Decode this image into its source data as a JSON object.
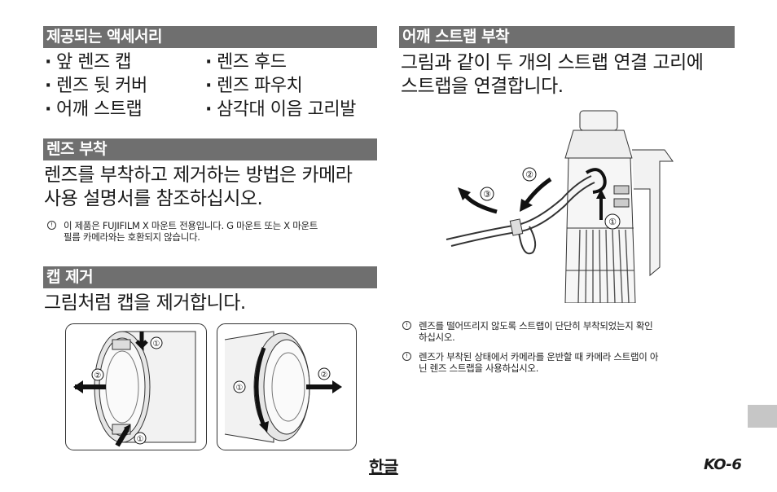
{
  "left": {
    "accessories": {
      "heading": "제공되는 액세서리",
      "col1": [
        "앞 렌즈 캡",
        "렌즈 뒷 커버",
        "어깨 스트랩"
      ],
      "col2": [
        "렌즈 후드",
        "렌즈 파우치",
        "삼각대 이음 고리발"
      ]
    },
    "mount": {
      "heading": "렌즈 부착",
      "body_line1": "렌즈를 부착하고 제거하는 방법은 카메라",
      "body_line2": "사용 설명서를 참조하십시오.",
      "note_line1": "이 제품은 FUJIFILM X 마운트 전용입니다. G 마운트 또는 X 마운트",
      "note_line2": "필름 카메라와는 호환되지 않습니다."
    },
    "cap": {
      "heading": "캡 제거",
      "body": "그림처럼 캡을 제거합니다.",
      "callouts": [
        "①",
        "②",
        "①",
        "①",
        "②"
      ]
    }
  },
  "right": {
    "strap": {
      "heading": "어깨 스트랩 부착",
      "body_line1": "그림과 같이 두 개의 스트랩 연결 고리에",
      "body_line2": "스트랩을 연결합니다.",
      "callouts": [
        "②",
        "③",
        "①"
      ],
      "note1_line1": "렌즈를 떨어뜨리지 않도록 스트랩이 단단히 부착되었는지 확인",
      "note1_line2": "하십시오.",
      "note2_line1": "렌즈가 부착된 상태에서 카메라를 운반할 때 카메라 스트랩이 아",
      "note2_line2": "닌 렌즈 스트랩을 사용하십시오."
    }
  },
  "footer": {
    "language": "한글",
    "page_number": "KO-6"
  }
}
